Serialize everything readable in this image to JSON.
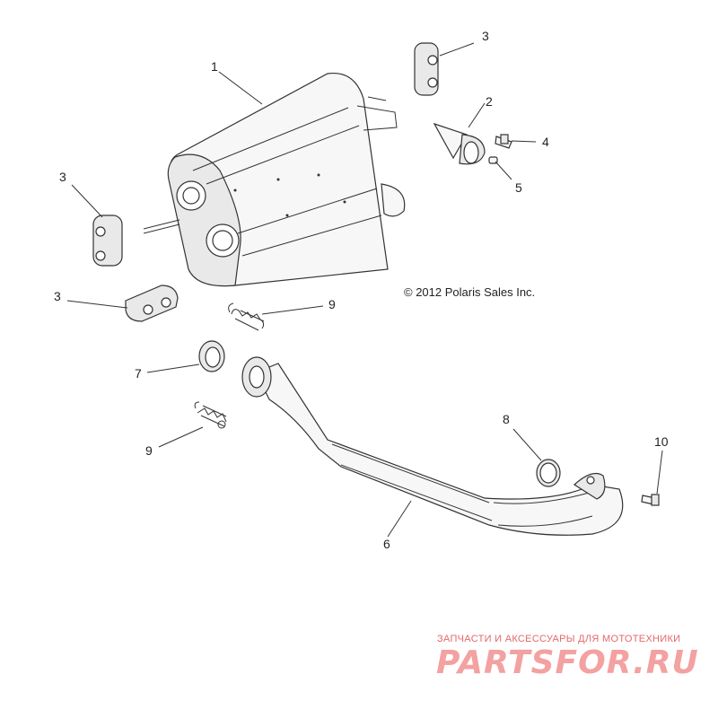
{
  "callouts": [
    {
      "id": "c1",
      "label": "1"
    },
    {
      "id": "c2",
      "label": "2"
    },
    {
      "id": "c3a",
      "label": "3"
    },
    {
      "id": "c3b",
      "label": "3"
    },
    {
      "id": "c3c",
      "label": "3"
    },
    {
      "id": "c4",
      "label": "4"
    },
    {
      "id": "c5",
      "label": "5"
    },
    {
      "id": "c6",
      "label": "6"
    },
    {
      "id": "c7",
      "label": "7"
    },
    {
      "id": "c8",
      "label": "8"
    },
    {
      "id": "c9a",
      "label": "9"
    },
    {
      "id": "c9b",
      "label": "9"
    },
    {
      "id": "c10",
      "label": "10"
    }
  ],
  "copyright": "© 2012 Polaris Sales Inc.",
  "watermark": {
    "tagline": "ЗАПЧАСТИ И АКСЕССУАРЫ ДЛЯ МОТОТЕХНИКИ",
    "logo": "PARTSFOR.RU"
  }
}
